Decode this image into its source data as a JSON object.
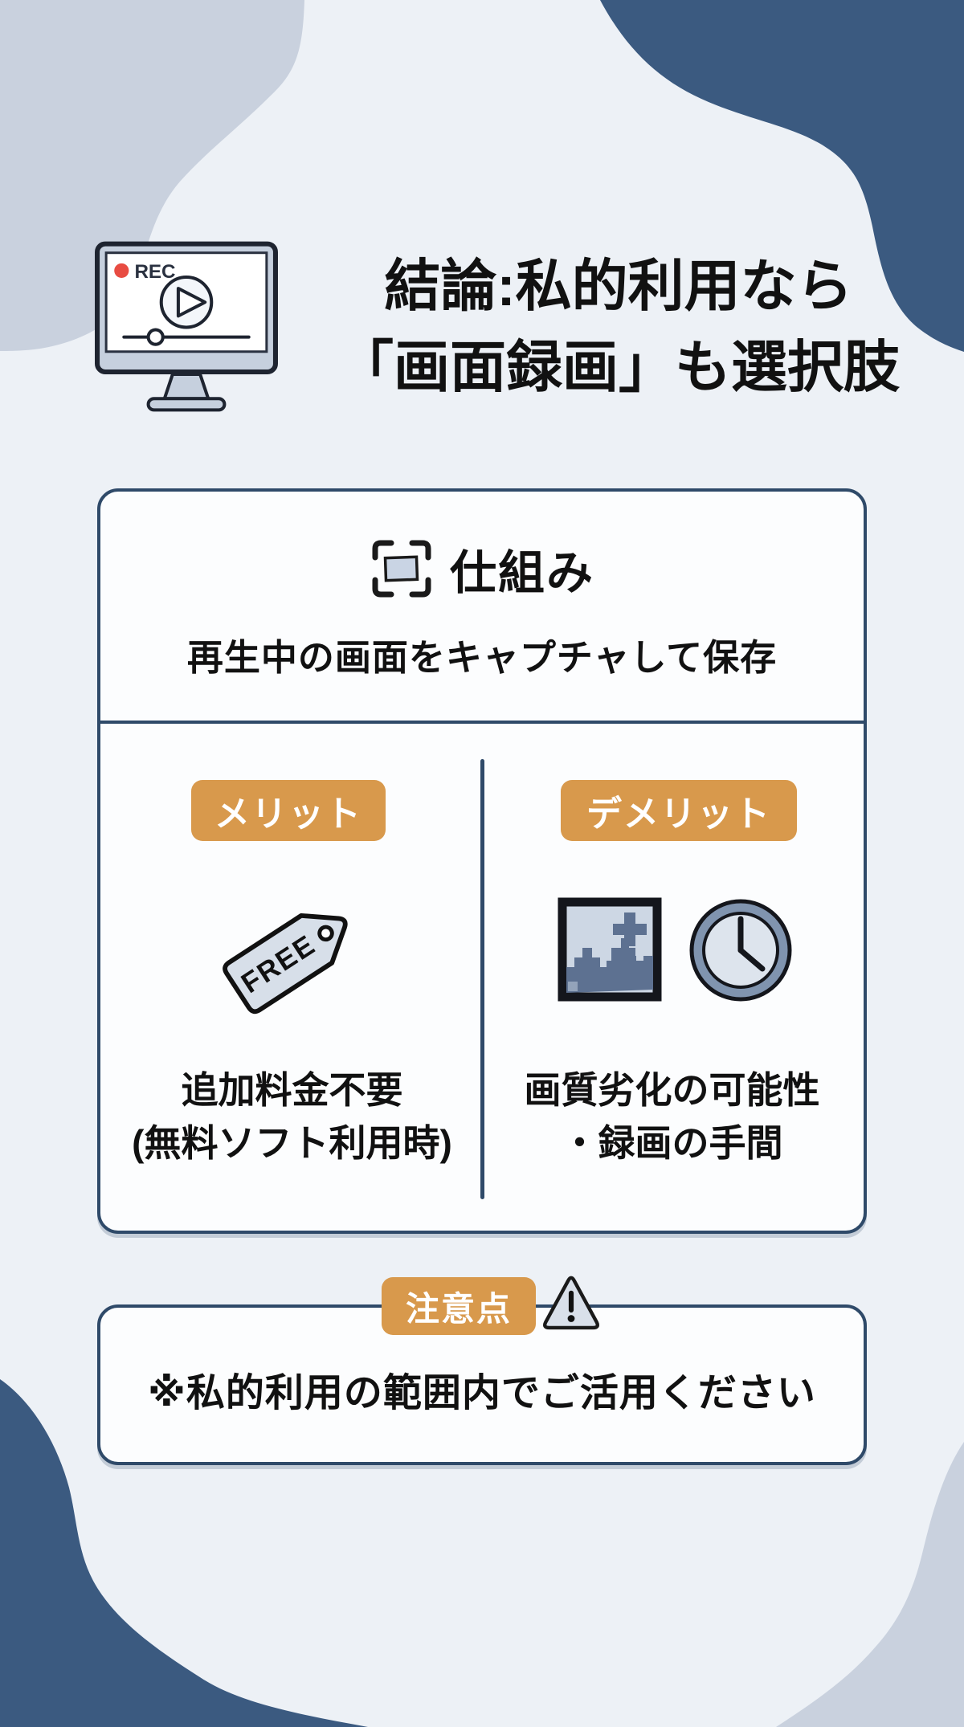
{
  "header": {
    "monitor": {
      "rec_label": "REC"
    },
    "title_line1": "結論:私的利用なら",
    "title_line2": "「画面録画」も選択肢"
  },
  "mechanism": {
    "heading": "仕組み",
    "description": "再生中の画面をキャプチャして保存"
  },
  "comparison": {
    "merit": {
      "badge": "メリット",
      "tag_label": "FREE",
      "line1": "追加料金不要",
      "line2": "(無料ソフト利用時)"
    },
    "demerit": {
      "badge": "デメリット",
      "line1": "画質劣化の可能性",
      "line2": "・録画の手間"
    }
  },
  "note": {
    "badge": "注意点",
    "text": "※私的利用の範囲内でご活用ください"
  },
  "icons": [
    "screen-recording-monitor-icon",
    "capture-frame-icon",
    "free-price-tag-icon",
    "pixelated-image-icon",
    "clock-icon",
    "warning-triangle-icon"
  ],
  "colors": {
    "background": "#EDF1F6",
    "light_blob": "#C9D1DE",
    "navy_blob": "#3B5A80",
    "card_border": "#2F4A69",
    "card_background": "#FCFDFE",
    "accent_orange": "#D8994C",
    "rec_red": "#E84C42",
    "icon_slate": "#5D7191",
    "text": "#111111"
  }
}
